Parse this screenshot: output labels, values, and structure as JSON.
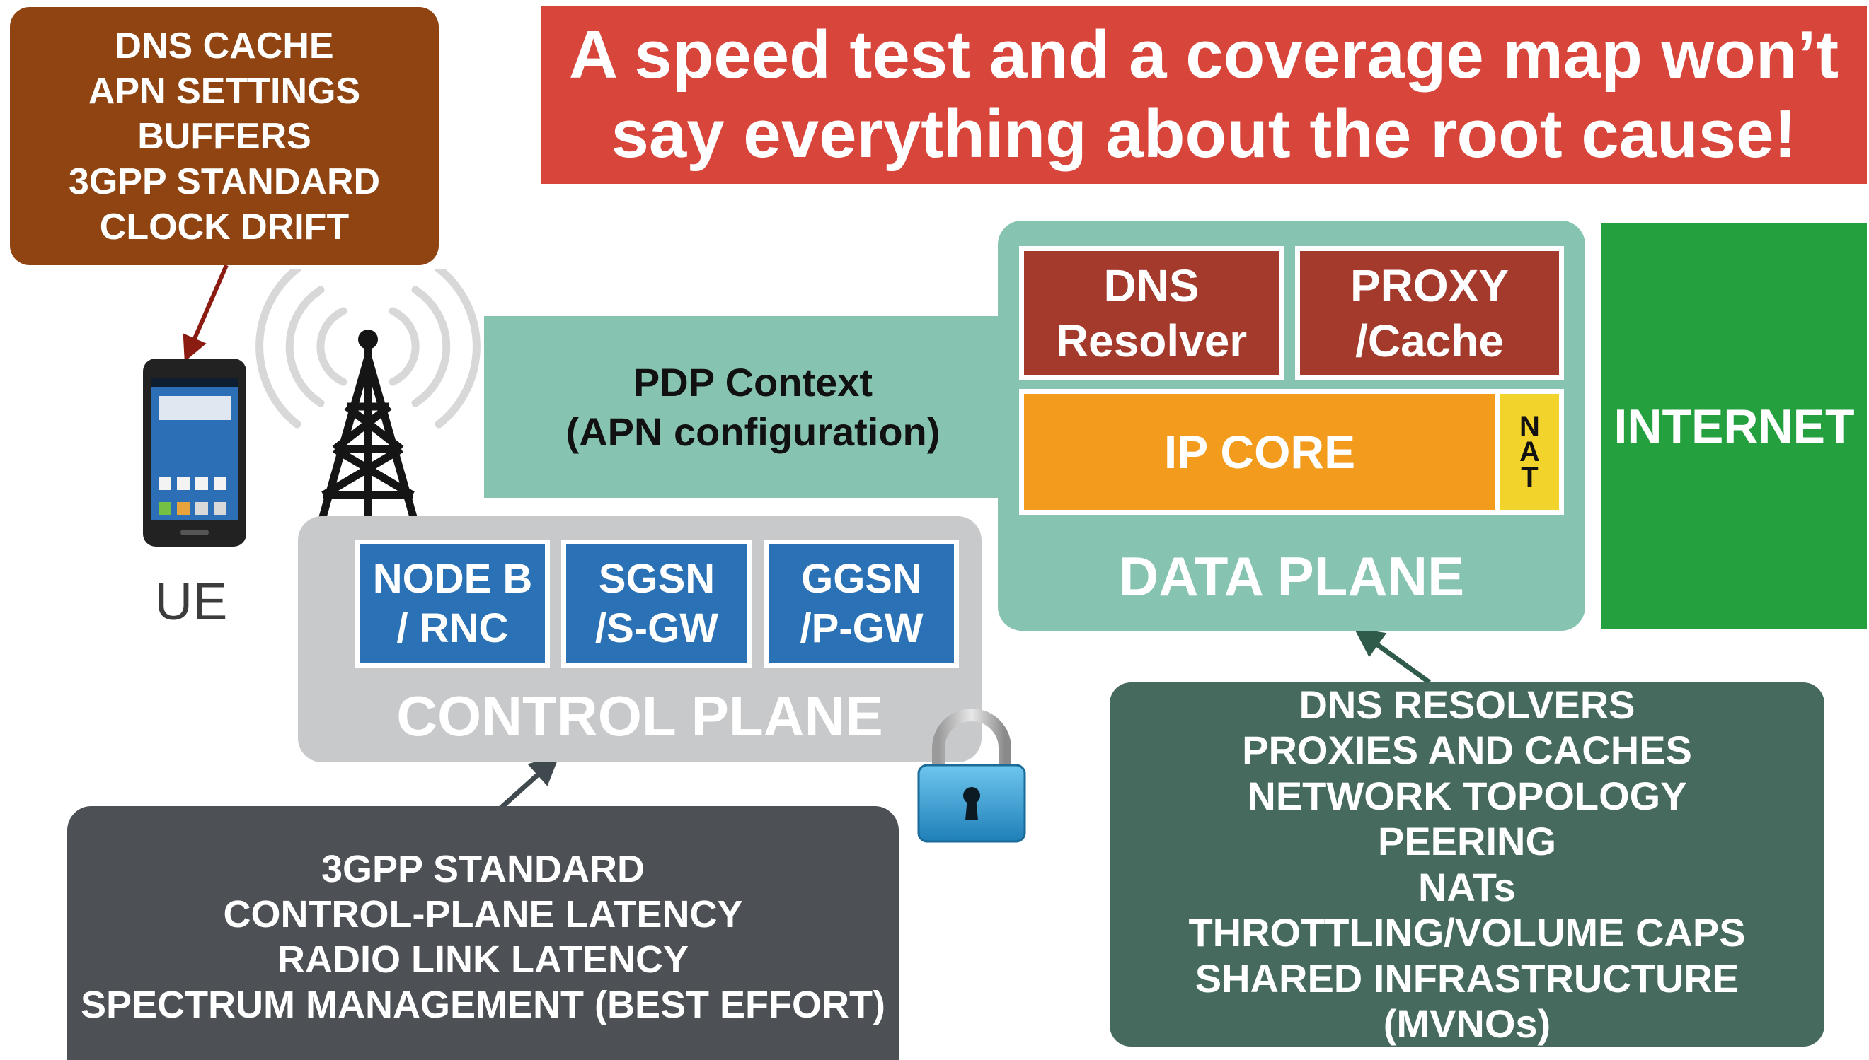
{
  "ue_issues": "DNS CACHE\nAPN SETTINGS\nBUFFERS\n3GPP STANDARD\nCLOCK DRIFT",
  "headline": "A speed test and a coverage map won’t\nsay everything about the root cause!",
  "pdp_context": "PDP Context\n(APN configuration)",
  "data_plane": {
    "dns": "DNS\nResolver",
    "proxy": "PROXY\n/Cache",
    "ip_core": "IP CORE",
    "nat": "N\nA\nT",
    "title": "DATA PLANE"
  },
  "internet": "INTERNET",
  "control_plane": {
    "node_b": "NODE B\n/ RNC",
    "sgsn": "SGSN\n/S-GW",
    "ggsn": "GGSN\n/P-GW",
    "title": "CONTROL PLANE"
  },
  "ue_label": "UE",
  "control_plane_issues": "3GPP STANDARD\nCONTROL-PLANE LATENCY\nRADIO LINK LATENCY\nSPECTRUM MANAGEMENT (BEST EFFORT)",
  "data_plane_issues": "DNS RESOLVERS\nPROXIES  AND CACHES\nNETWORK TOPOLOGY\nPEERING\nNATs\nTHROTTLING/VOLUME CAPS\nSHARED INFRASTRUCTURE (MVNOs)",
  "colors": {
    "ue_box": "#8f4411",
    "headline": "#d8453b",
    "teal": "#86c3b1",
    "dns_proxy": "#a43a2b",
    "ip_core": "#f39b1d",
    "nat": "#f2d32b",
    "internet": "#24a03f",
    "control_plane": "#c7c9cb",
    "nodes": "#2a72b5",
    "cp_notes": "#4d5156",
    "dp_notes": "#466b5e"
  },
  "icons": [
    "smartphone-icon",
    "cell-tower-icon",
    "padlock-icon"
  ]
}
